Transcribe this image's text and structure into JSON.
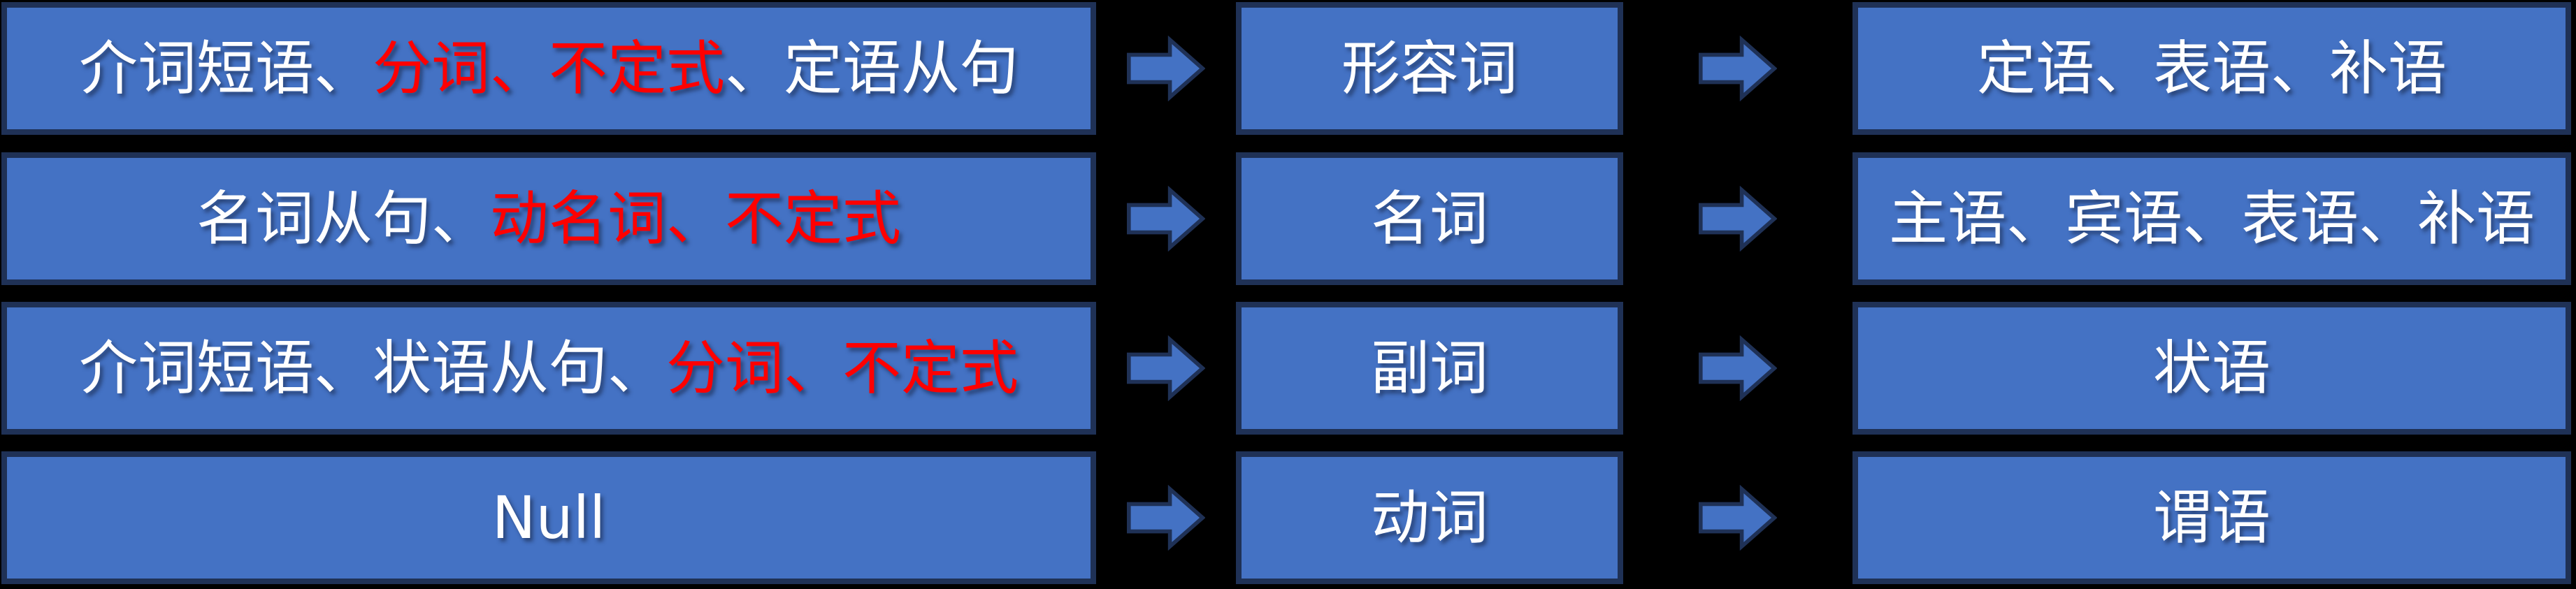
{
  "diagram": {
    "title": "grammatical-forms-to-sentence-roles-mapping",
    "colors": {
      "background": "#000000",
      "box_fill": "#4472C4",
      "box_border": "#1F3156",
      "text_default": "#FFFFFF",
      "text_emphasis": "#FF0000"
    },
    "icons": {
      "arrow": "right-block-arrow"
    },
    "rows": [
      {
        "forms": [
          {
            "text": "介词短语、",
            "emphasis": false
          },
          {
            "text": "分词、不定式",
            "emphasis": true
          },
          {
            "text": "、定语从句",
            "emphasis": false
          }
        ],
        "part_of_speech": "形容词",
        "sentence_roles": "定语、表语、补语"
      },
      {
        "forms": [
          {
            "text": "名词从句、",
            "emphasis": false
          },
          {
            "text": "动名词、不定式",
            "emphasis": true
          }
        ],
        "part_of_speech": "名词",
        "sentence_roles": "主语、宾语、表语、补语"
      },
      {
        "forms": [
          {
            "text": "介词短语、状语从句、",
            "emphasis": false
          },
          {
            "text": "分词、不定式",
            "emphasis": true
          }
        ],
        "part_of_speech": "副词",
        "sentence_roles": "状语"
      },
      {
        "forms": [
          {
            "text": "Null",
            "emphasis": false
          }
        ],
        "part_of_speech": "动词",
        "sentence_roles": "谓语"
      }
    ]
  }
}
